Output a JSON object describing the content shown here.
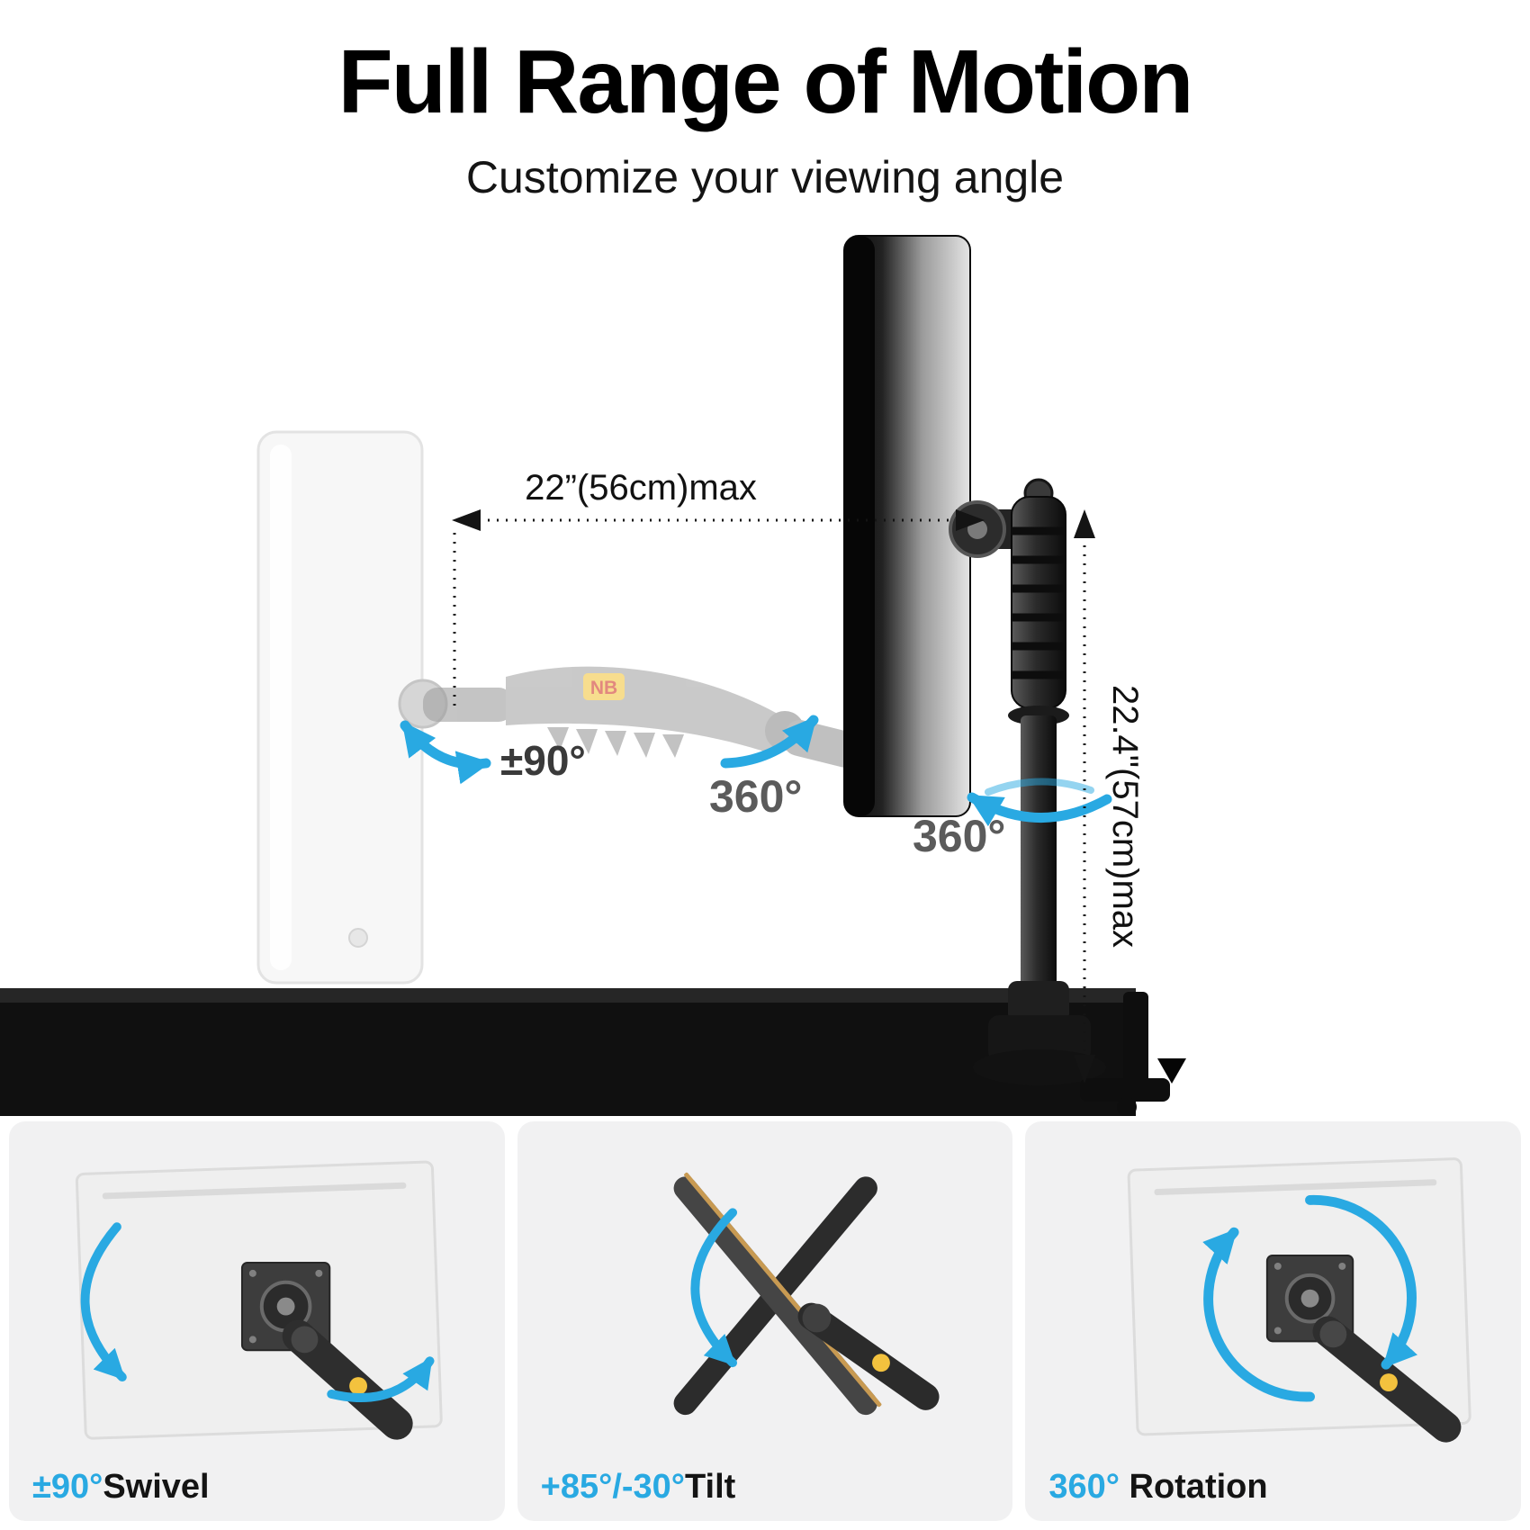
{
  "header": {
    "title": "Full Range of Motion",
    "subtitle": "Customize your viewing angle"
  },
  "diagram": {
    "horizontal_measure": "22”(56cm)max",
    "vertical_measure": "22.4\"(57cm)max",
    "swivel_label": "±90°",
    "arm_rotation_label": "360°",
    "pole_rotation_label": "360°",
    "brand": "NB"
  },
  "panels": [
    {
      "angle": "±90°",
      "word": "Swivel"
    },
    {
      "angle": "+85°/-30°",
      "word": "Tilt"
    },
    {
      "angle": "360° ",
      "word": "Rotation"
    }
  ],
  "colors": {
    "accent_blue": "#29a9e2",
    "title": "#000000",
    "desk": "#101010",
    "nb_badge_yellow": "#f2c744"
  }
}
